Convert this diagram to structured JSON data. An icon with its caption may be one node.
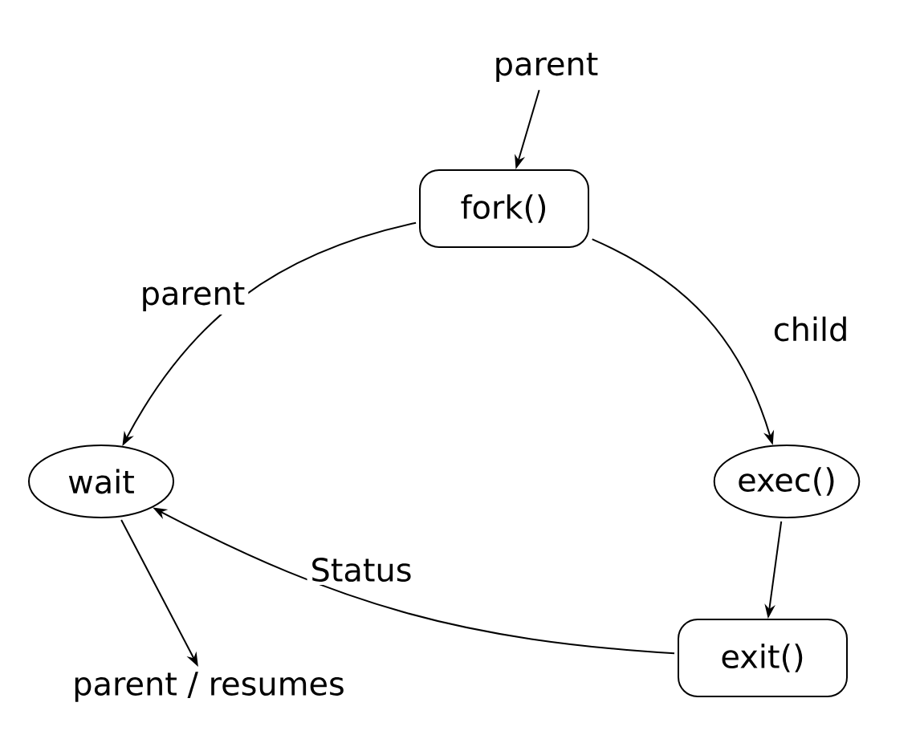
{
  "diagram": {
    "nodes": [
      {
        "text": [
          "parent"
        ]
      },
      {
        "text": [
          "fork()"
        ]
      },
      {
        "text": [
          "wait"
        ]
      },
      {
        "text": [
          "exec()"
        ]
      },
      {
        "text": [
          "exit()"
        ]
      },
      {
        "text": [
          "parent / resumes"
        ]
      }
    ],
    "edges": [
      {
        "from": 0,
        "to": 1,
        "arrow": "to"
      },
      {
        "from": 1,
        "to": 2,
        "arrow": "to",
        "label": "parent"
      },
      {
        "from": 1,
        "to": 3,
        "arrow": "to",
        "label": "child"
      },
      {
        "from": 3,
        "to": 4,
        "arrow": "to"
      },
      {
        "from": 4,
        "to": 2,
        "arrow": "to",
        "label": "Status"
      },
      {
        "from": 2,
        "to": 5,
        "arrow": "to"
      }
    ]
  }
}
